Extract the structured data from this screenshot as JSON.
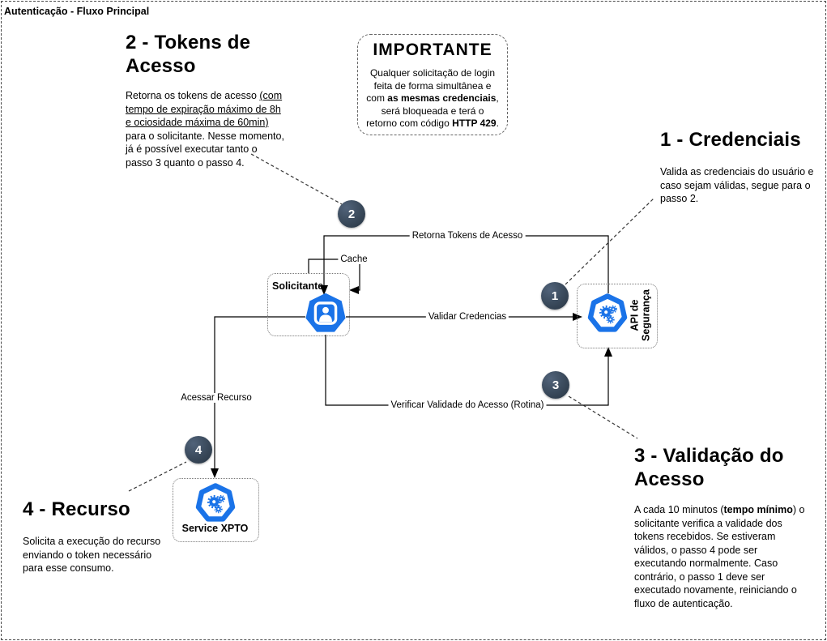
{
  "page": {
    "title": "Autenticação - Fluxo Principal"
  },
  "colors": {
    "accent_blue": "#1a73e8",
    "badge_dark": "#3c4c5e",
    "line_black": "#000000"
  },
  "important": {
    "title": "IMPORTANTE",
    "p1": "Qualquer solicitação de login feita de forma simultânea e com ",
    "b1": "as mesmas credenciais",
    "p2": ", será bloqueada e terá o retorno com código ",
    "b2": "HTTP 429",
    "p3": "."
  },
  "notes": {
    "tokens": {
      "title": "2 - Tokens de Acesso",
      "p1": "Retorna os tokens de acesso ",
      "u1": "(com tempo de expiração máximo de 8h e ociosidade máxima de 60min)",
      "p2": " para o solicitante. Nesse momento, já é possível executar tanto o passo 3 quanto o passo 4."
    },
    "credenciais": {
      "title": "1 - Credenciais",
      "body": "Valida as credenciais do usuário e caso sejam válidas, segue para o passo 2."
    },
    "validacao": {
      "title": "3 - Validação do Acesso",
      "p1": "A cada 10 minutos (",
      "b1": "tempo mínimo",
      "p2": ") o solicitante verifica a validade dos tokens recebidos. Se estiveram válidos, o passo 4 pode ser executando normalmente. Caso contrário, o passo 1 deve ser executado novamente, reiniciando o fluxo de autenticação."
    },
    "recurso": {
      "title": "4 - Recurso",
      "body": "Solicita a execução do recurso enviando o token necessário para esse consumo."
    }
  },
  "nodes": {
    "solicitante": {
      "label": "Solicitante",
      "icon": "user-heptagon-icon"
    },
    "api": {
      "label": "API de\nSegurança",
      "icon": "gears-heptagon-icon"
    },
    "service": {
      "label": "Service XPTO",
      "icon": "gears-heptagon-icon"
    }
  },
  "edges": {
    "retorna": "Retorna Tokens de Acesso",
    "cache": "Cache",
    "validar": "Validar Credencias",
    "verificar": "Verificar Validade do Acesso (Rotina)",
    "acessar": "Acessar Recurso"
  },
  "badges": {
    "b1": "1",
    "b2": "2",
    "b3": "3",
    "b4": "4"
  }
}
